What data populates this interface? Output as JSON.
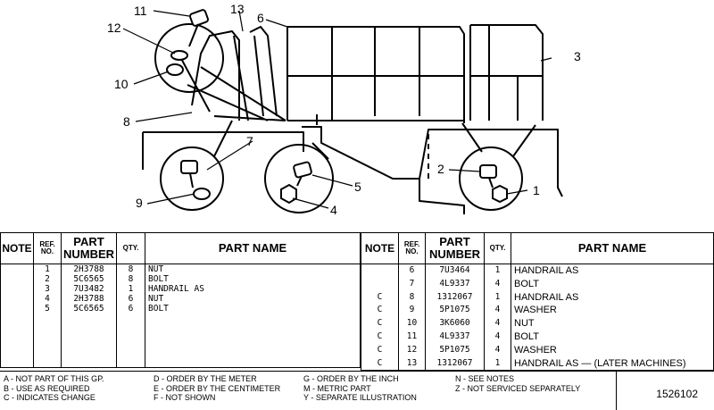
{
  "diagram": {
    "callouts": [
      "11",
      "13",
      "6",
      "12",
      "3",
      "10",
      "8",
      "7",
      "2",
      "5",
      "1",
      "9",
      "4"
    ]
  },
  "left_table": {
    "headers": {
      "note": "NOTE",
      "ref": "REF. NO.",
      "part_number": "PART NUMBER",
      "qty": "QTY.",
      "part_name": "PART NAME"
    },
    "rows": [
      {
        "note": "",
        "ref": "1",
        "part_number": "2H3788",
        "qty": "8",
        "part_name": "NUT"
      },
      {
        "note": "",
        "ref": "2",
        "part_number": "5C6565",
        "qty": "8",
        "part_name": "BOLT"
      },
      {
        "note": "",
        "ref": "3",
        "part_number": "7U3482",
        "qty": "1",
        "part_name": "HANDRAIL AS"
      },
      {
        "note": "",
        "ref": "4",
        "part_number": "2H3788",
        "qty": "6",
        "part_name": "NUT"
      },
      {
        "note": "",
        "ref": "5",
        "part_number": "5C6565",
        "qty": "6",
        "part_name": "BOLT"
      }
    ]
  },
  "right_table": {
    "headers": {
      "note": "NOTE",
      "ref": "REF. NO.",
      "part_number": "PART NUMBER",
      "qty": "QTY.",
      "part_name": "PART NAME"
    },
    "rows": [
      {
        "note": "",
        "ref": "6",
        "part_number": "7U3464",
        "qty": "1",
        "part_name": "HANDRAIL AS"
      },
      {
        "note": "",
        "ref": "7",
        "part_number": "4L9337",
        "qty": "4",
        "part_name": "BOLT"
      },
      {
        "note": "C",
        "ref": "8",
        "part_number": "1312067",
        "qty": "1",
        "part_name": "HANDRAIL AS"
      },
      {
        "note": "C",
        "ref": "9",
        "part_number": "5P1075",
        "qty": "4",
        "part_name": "WASHER"
      },
      {
        "note": "C",
        "ref": "10",
        "part_number": "3K6060",
        "qty": "4",
        "part_name": "NUT"
      },
      {
        "note": "C",
        "ref": "11",
        "part_number": "4L9337",
        "qty": "4",
        "part_name": "BOLT"
      },
      {
        "note": "C",
        "ref": "12",
        "part_number": "5P1075",
        "qty": "4",
        "part_name": "WASHER"
      },
      {
        "note": "C",
        "ref": "13",
        "part_number": "1312067",
        "qty": "1",
        "part_name": "HANDRAIL AS — (LATER MACHINES)"
      }
    ]
  },
  "legend": {
    "col1": [
      "A - NOT PART OF THIS GP.",
      "B - USE AS REQUIRED",
      "C - INDICATES CHANGE"
    ],
    "col2": [
      "D - ORDER BY THE METER",
      "E - ORDER BY THE CENTIMETER",
      "F - NOT SHOWN"
    ],
    "col3": [
      "G - ORDER BY THE INCH",
      "M - METRIC PART",
      "Y - SEPARATE ILLUSTRATION"
    ],
    "col4": [
      "N - SEE NOTES",
      "Z - NOT SERVICED SEPARATELY"
    ],
    "code": "1526102"
  }
}
